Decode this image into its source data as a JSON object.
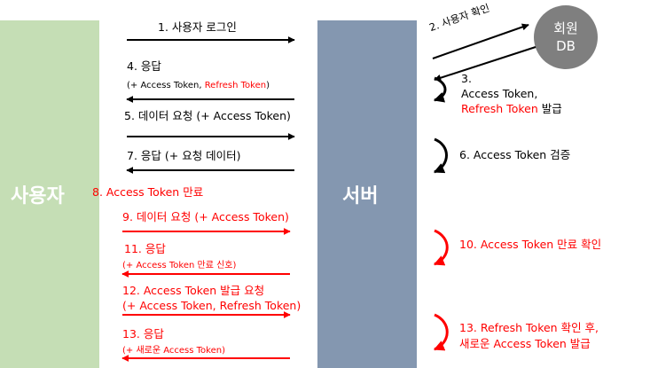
{
  "colors": {
    "user_column": "#c5deb5",
    "server_column": "#8497b0",
    "db_circle": "#7f7f7f",
    "red": "#ff0000",
    "black": "#000000"
  },
  "user_label": "사용자",
  "server_label": "서버",
  "db": {
    "line1": "회원",
    "line2": "DB"
  },
  "steps": {
    "s1": "1. 사용자 로그인",
    "s2": "2. 사용자 확인",
    "s3_num": "3.",
    "s3_line1": "Access Token,",
    "s3_refresh": "Refresh Token",
    "s3_issue": " 발급",
    "s4_title": "4. 응답",
    "s4_open": "(+ Access Token, ",
    "s4_refresh": "Refresh Token",
    "s4_close": ")",
    "s5": "5. 데이터 요청 (+ Access Token)",
    "s6": "6. Access Token 검증",
    "s7": "7. 응답 (+ 요청 데이터)",
    "s8": "8. Access Token 만료",
    "s9": "9. 데이터 요청 (+ Access Token)",
    "s10": "10. Access Token 만료 확인",
    "s11_title": "11. 응답",
    "s11_detail": "(+ Access Token 만료 신호)",
    "s12_line1": "12. Access Token 발급 요청",
    "s12_line2": "(+ Access Token, Refresh Token)",
    "s13_line1": "13. Refresh Token 확인 후,",
    "s13_line2": "새로운 Access Token 발급",
    "s13r_title": "13. 응답",
    "s13r_detail": "(+ 새로운 Access Token)"
  }
}
